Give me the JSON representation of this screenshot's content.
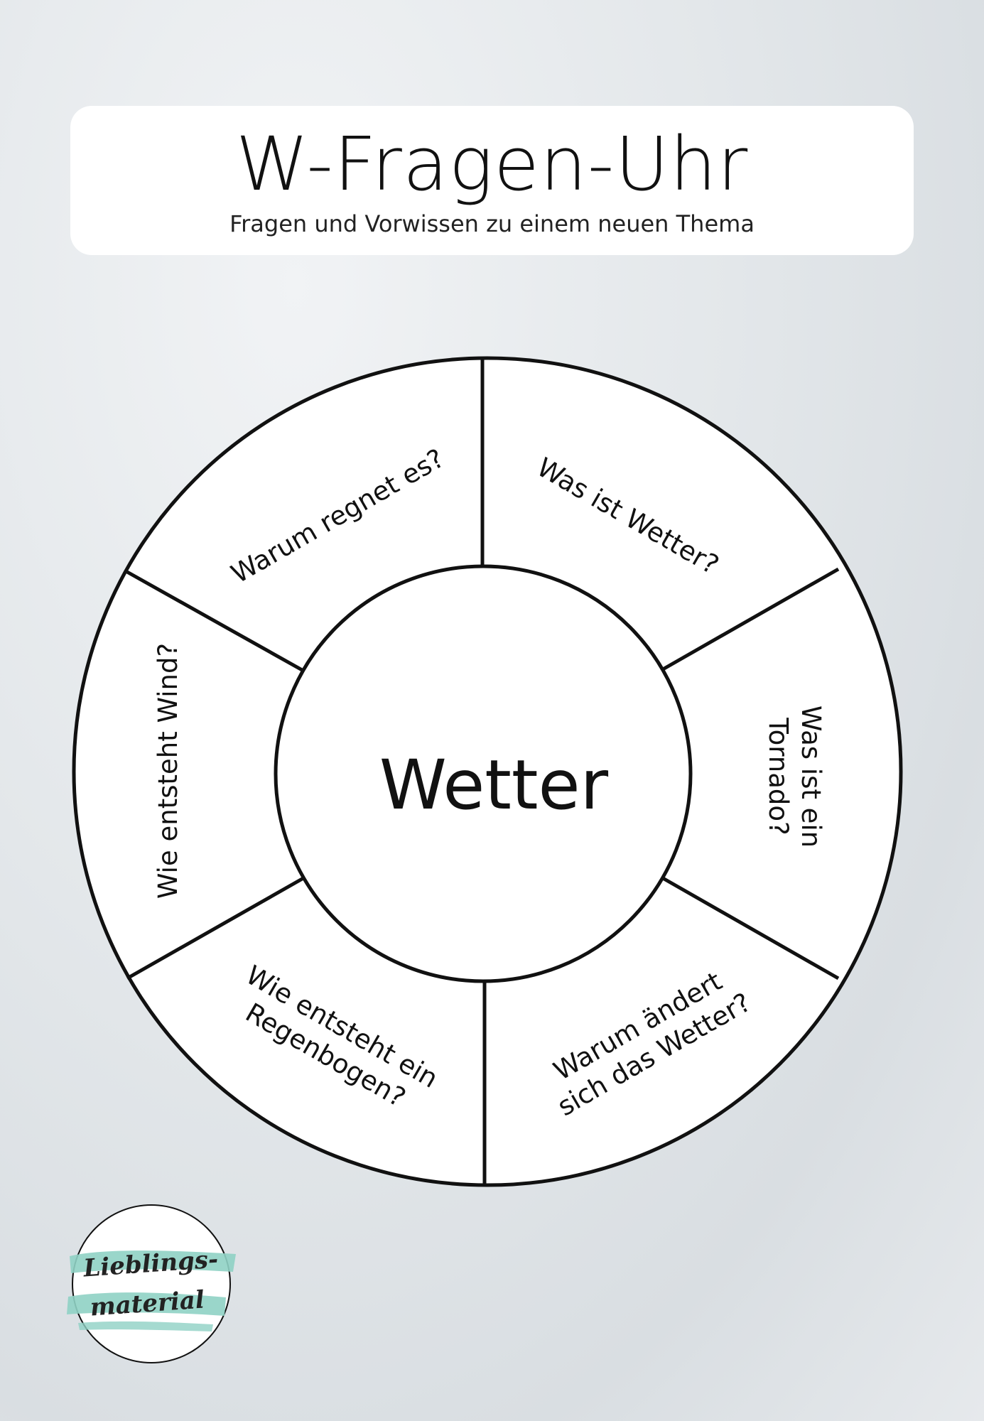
{
  "header": {
    "title": "W-Fragen-Uhr",
    "subtitle": "Fragen und Vorwissen zu einem neuen Thema"
  },
  "wheel": {
    "center": "Wetter",
    "segments": [
      {
        "id": "seg-1",
        "lines": [
          "Was ist Wetter?"
        ]
      },
      {
        "id": "seg-2",
        "lines": [
          "Was ist ein",
          "Tornado?"
        ]
      },
      {
        "id": "seg-3",
        "lines": [
          "Warum ändert",
          "sich das Wetter?"
        ]
      },
      {
        "id": "seg-4",
        "lines": [
          "Wie entsteht ein",
          "Regenbogen?"
        ]
      },
      {
        "id": "seg-5",
        "lines": [
          "Wie entsteht Wind?"
        ]
      },
      {
        "id": "seg-6",
        "lines": [
          "Warum regnet es?"
        ]
      }
    ]
  },
  "logo": {
    "line1": "Lieblings-",
    "line2": "material",
    "accent_color": "#8fd1c4"
  },
  "colors": {
    "stroke": "#111111",
    "card": "#ffffff"
  }
}
